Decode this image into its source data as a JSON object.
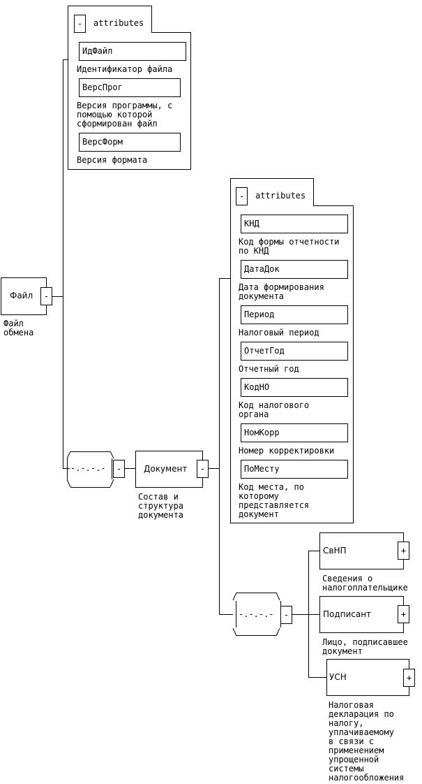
{
  "root": {
    "name": "Файл",
    "description": "Файл\nобмена",
    "toggle": "-"
  },
  "file_attributes": {
    "title": "attributes",
    "toggle": "-",
    "items": [
      {
        "name": "ИдФайл",
        "description": "Идентификатор файла"
      },
      {
        "name": "ВерсПрог",
        "description": "Версия программы, с\nпомощью которой\nсформирован файл"
      },
      {
        "name": "ВерсФорм",
        "description": "Версия формата"
      }
    ]
  },
  "sequence1": {
    "symbol": "-.-.-.-",
    "toggle": "-"
  },
  "document": {
    "name": "Документ",
    "description": "Состав и\nструктура\nдокумента",
    "toggle": "-"
  },
  "document_attributes": {
    "title": "attributes",
    "toggle": "-",
    "items": [
      {
        "name": "КНД",
        "description": "Код формы отчетности\nпо КНД"
      },
      {
        "name": "ДатаДок",
        "description": "Дата формирования\nдокумента"
      },
      {
        "name": "Период",
        "description": "Налоговый период"
      },
      {
        "name": "ОтчетГод",
        "description": "Отчетный год"
      },
      {
        "name": "КодНО",
        "description": "Код налогового\nоргана"
      },
      {
        "name": "НомКорр",
        "description": "Номер корректировки"
      },
      {
        "name": "ПоМесту",
        "description": "Код места, по\nкоторому\nпредставляется\nдокумент"
      }
    ]
  },
  "sequence2": {
    "symbol": "-.-.-.-",
    "toggle": "-"
  },
  "children": [
    {
      "name": "СвНП",
      "description": "Сведения о\nналогоплательщике",
      "toggle": "+"
    },
    {
      "name": "Подписант",
      "description": "Лицо, подписавшее\nдокумент",
      "toggle": "+"
    },
    {
      "name": "УСН",
      "description": "Налоговая\nдекларация по\nналогу,\nуплачиваемому\nв связи с\nприменением\nупрощенной\nсистемы\nналогообложения",
      "toggle": "+"
    }
  ]
}
